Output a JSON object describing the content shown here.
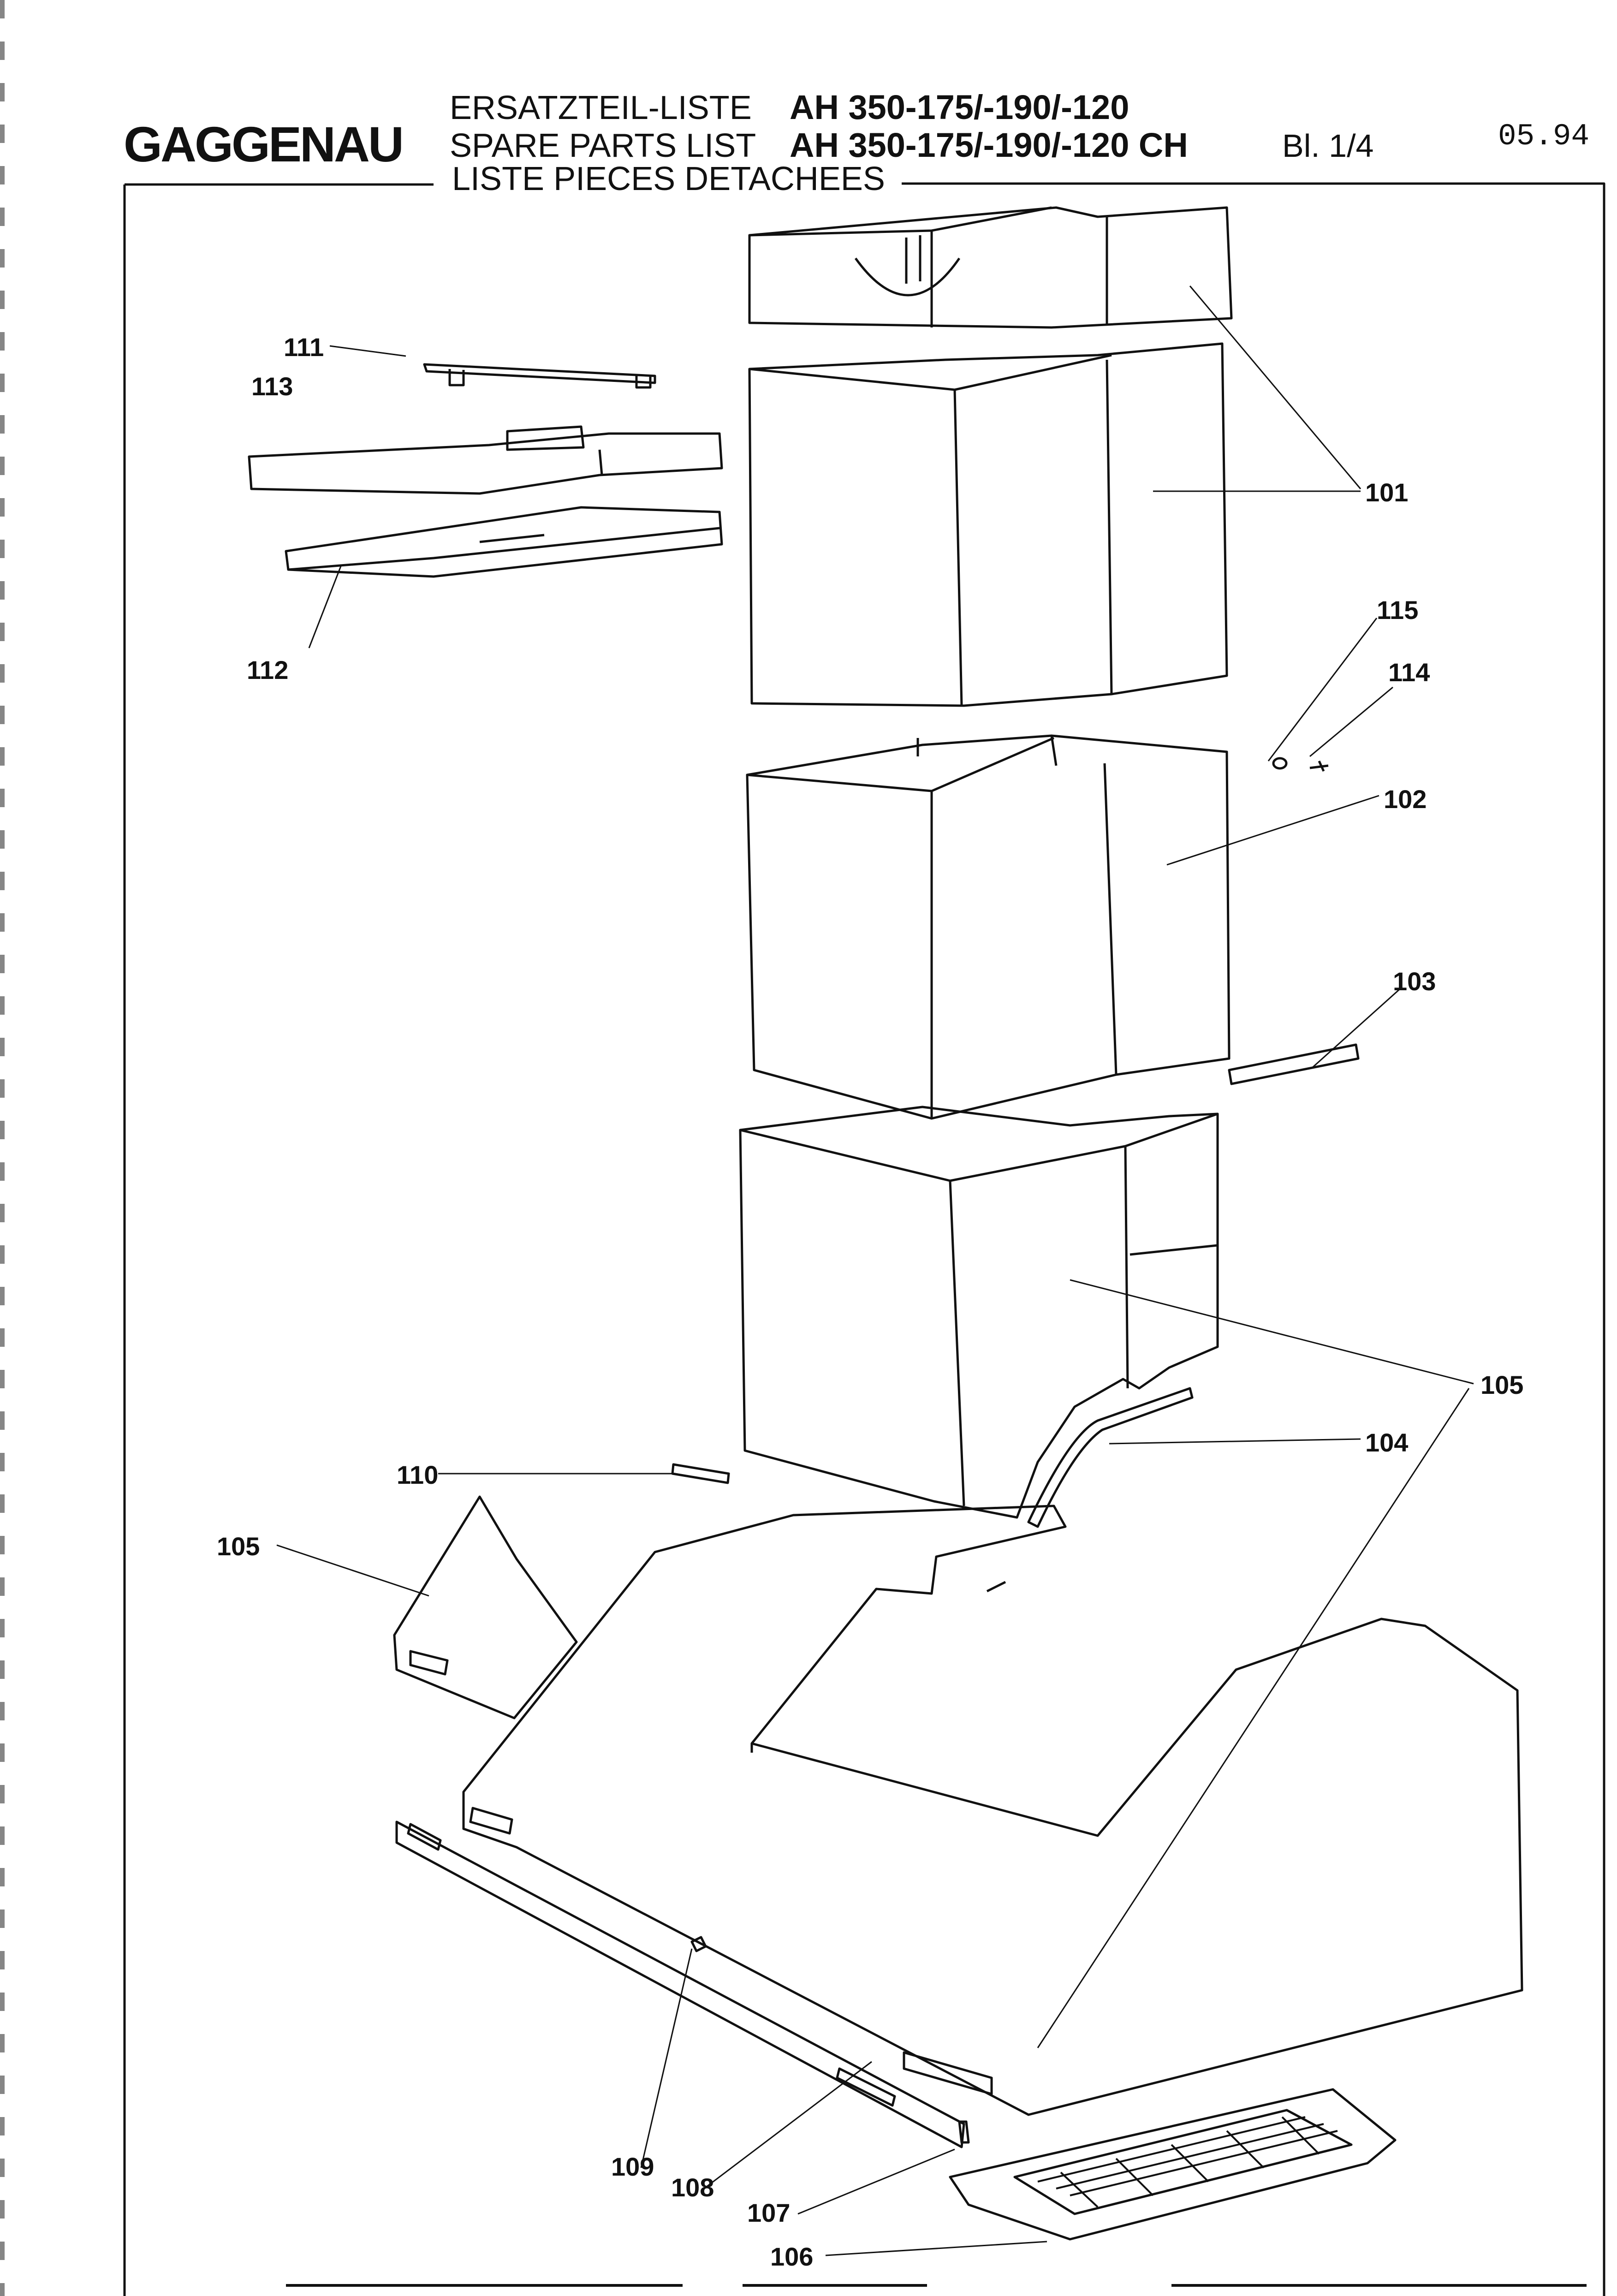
{
  "header": {
    "brand": "GAGGENAU",
    "title_de": "ERSATZTEIL-LISTE",
    "title_en": "SPARE PARTS LIST",
    "title_fr": "LISTE PIECES DETACHEES",
    "model_line_1": "AH 350-175/-190/-120",
    "model_line_2": "AH 350-175/-190/-120 CH",
    "sheet": "Bl. 1/4",
    "date": "05.94"
  },
  "callouts": [
    {
      "id": "101",
      "text": "101"
    },
    {
      "id": "102",
      "text": "102"
    },
    {
      "id": "103",
      "text": "103"
    },
    {
      "id": "104",
      "text": "104"
    },
    {
      "id": "105a",
      "text": "105"
    },
    {
      "id": "105b",
      "text": "105"
    },
    {
      "id": "106",
      "text": "106"
    },
    {
      "id": "107",
      "text": "107"
    },
    {
      "id": "108",
      "text": "108"
    },
    {
      "id": "109",
      "text": "109"
    },
    {
      "id": "110",
      "text": "110"
    },
    {
      "id": "111",
      "text": "111"
    },
    {
      "id": "112",
      "text": "112"
    },
    {
      "id": "113",
      "text": "113"
    },
    {
      "id": "114",
      "text": "114"
    },
    {
      "id": "115",
      "text": "115"
    }
  ]
}
